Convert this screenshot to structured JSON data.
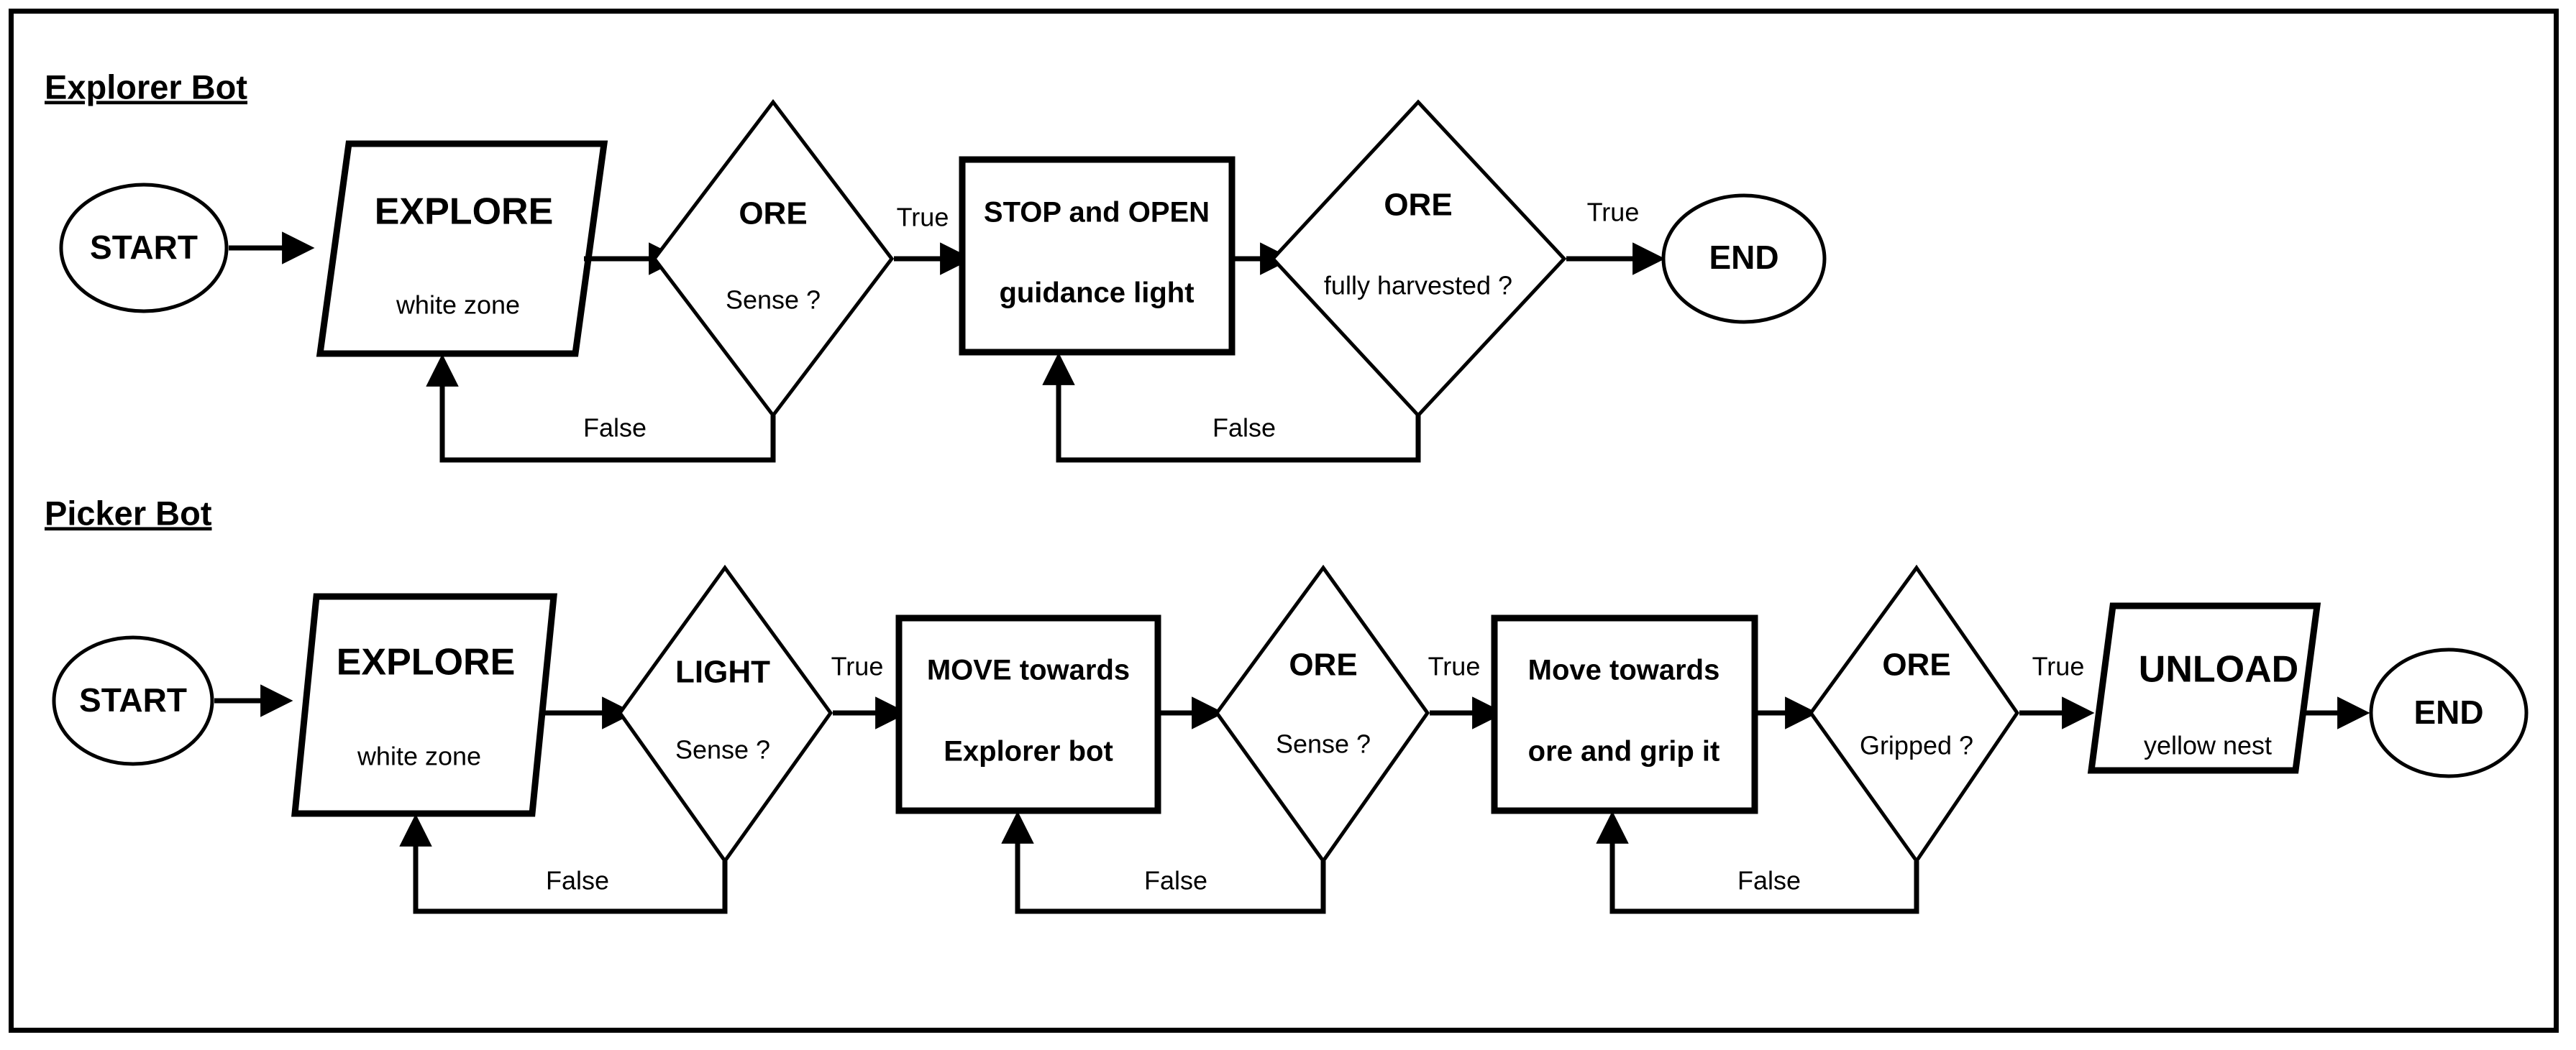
{
  "page": {
    "background": "#ffffff",
    "ink": "#000000",
    "border_color": "#000000"
  },
  "diagram": {
    "type": "flowchart",
    "orientation": "left-to-right",
    "sections": [
      {
        "id": "explorer-bot",
        "title": "Explorer Bot",
        "nodes": [
          {
            "id": "e-start",
            "shape": "ellipse",
            "main": "START",
            "sub": ""
          },
          {
            "id": "e-explore",
            "shape": "parallelogram",
            "main": "EXPLORE",
            "sub": "white zone"
          },
          {
            "id": "e-ore-sense",
            "shape": "diamond",
            "main": "ORE",
            "sub": "Sense ?"
          },
          {
            "id": "e-stop-open",
            "shape": "rectangle",
            "main": "STOP and OPEN",
            "sub": "guidance light"
          },
          {
            "id": "e-ore-harvested",
            "shape": "diamond",
            "main": "ORE",
            "sub": "fully harvested ?"
          },
          {
            "id": "e-end",
            "shape": "ellipse",
            "main": "END",
            "sub": ""
          }
        ],
        "edges": [
          {
            "from": "e-start",
            "to": "e-explore",
            "label": ""
          },
          {
            "from": "e-explore",
            "to": "e-ore-sense",
            "label": ""
          },
          {
            "from": "e-ore-sense",
            "to": "e-stop-open",
            "label": "True"
          },
          {
            "from": "e-ore-sense",
            "to": "e-explore",
            "label": "False"
          },
          {
            "from": "e-stop-open",
            "to": "e-ore-harvested",
            "label": ""
          },
          {
            "from": "e-ore-harvested",
            "to": "e-end",
            "label": "True"
          },
          {
            "from": "e-ore-harvested",
            "to": "e-stop-open",
            "label": "False"
          }
        ]
      },
      {
        "id": "picker-bot",
        "title": "Picker Bot",
        "nodes": [
          {
            "id": "p-start",
            "shape": "ellipse",
            "main": "START",
            "sub": ""
          },
          {
            "id": "p-explore",
            "shape": "parallelogram",
            "main": "EXPLORE",
            "sub": "white zone"
          },
          {
            "id": "p-light",
            "shape": "diamond",
            "main": "LIGHT",
            "sub": "Sense ?"
          },
          {
            "id": "p-move-explorer",
            "shape": "rectangle",
            "main": "MOVE towards",
            "sub": "Explorer bot"
          },
          {
            "id": "p-ore-sense",
            "shape": "diamond",
            "main": "ORE",
            "sub": "Sense ?"
          },
          {
            "id": "p-move-grip",
            "shape": "rectangle",
            "main": "Move towards",
            "sub": "ore and grip it"
          },
          {
            "id": "p-ore-gripped",
            "shape": "diamond",
            "main": "ORE",
            "sub": "Gripped ?"
          },
          {
            "id": "p-unload",
            "shape": "parallelogram",
            "main": "UNLOAD",
            "sub": "yellow nest"
          },
          {
            "id": "p-end",
            "shape": "ellipse",
            "main": "END",
            "sub": ""
          }
        ],
        "edges": [
          {
            "from": "p-start",
            "to": "p-explore",
            "label": ""
          },
          {
            "from": "p-explore",
            "to": "p-light",
            "label": ""
          },
          {
            "from": "p-light",
            "to": "p-move-explorer",
            "label": "True"
          },
          {
            "from": "p-light",
            "to": "p-explore",
            "label": "False"
          },
          {
            "from": "p-move-explorer",
            "to": "p-ore-sense",
            "label": ""
          },
          {
            "from": "p-ore-sense",
            "to": "p-move-grip",
            "label": "True"
          },
          {
            "from": "p-ore-sense",
            "to": "p-move-explorer",
            "label": "False"
          },
          {
            "from": "p-move-grip",
            "to": "p-ore-gripped",
            "label": ""
          },
          {
            "from": "p-ore-gripped",
            "to": "p-unload",
            "label": "True"
          },
          {
            "from": "p-ore-gripped",
            "to": "p-move-grip",
            "label": "False"
          },
          {
            "from": "p-unload",
            "to": "p-end",
            "label": ""
          }
        ]
      }
    ]
  }
}
